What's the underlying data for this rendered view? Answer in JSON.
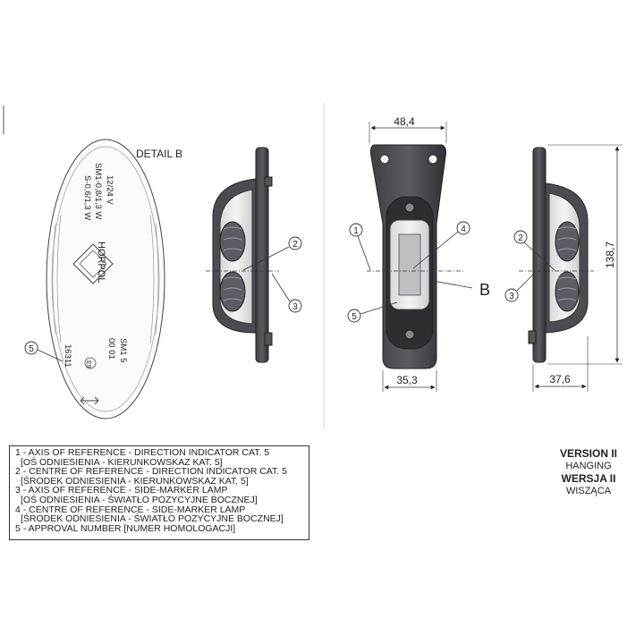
{
  "detail": {
    "title": "DETAIL B",
    "voltage": "12/24 V",
    "power_1": "SM1-0,8/1,3 W",
    "power_2": "S-0,6/1,3 W",
    "brand": "HORPOL",
    "code_1": "SM1  5",
    "code_2": "00  01",
    "approval_number": "16311",
    "approval_mark": "E9"
  },
  "callouts": {
    "c1": "1",
    "c2": "2",
    "c3": "3",
    "c4": "4",
    "c5": "5",
    "detail_marker": "B"
  },
  "dimensions": {
    "width_top": "48,4",
    "width_bottom": "35,3",
    "height": "138,7",
    "depth": "37,6"
  },
  "legend": [
    "1 - AXIS OF REFERENCE - DIRECTION INDICATOR  CAT. 5",
    "[OŚ ODNIESIENIA - KIERUNKOWSKAZ KAT. 5]",
    "2 - CENTRE OF REFERENCE - DIRECTION INDICATOR CAT. 5",
    "[ŚRODEK ODNIESIENIA - KIERUNKOWSKAZ KAT. 5]",
    "3 - AXIS OF REFERENCE - SIDE-MARKER LAMP",
    "[OŚ ODNIESIENIA - ŚWIATŁO POZYCYJNE BOCZNEJ]",
    "4 - CENTRE OF REFERENCE - SIDE-MARKER LAMP",
    "[ŚRODEK ODNIESIENIA - ŚWIATŁO POZYCYJNE BOCZNEJ]",
    "5 - APPROVAL NUMBER [NUMER HOMOLOGACJI]"
  ],
  "version": {
    "en_title": "VERSION II",
    "en_sub": "HANGING",
    "pl_title": "WERSJA II",
    "pl_sub": "WISZĄCA"
  }
}
